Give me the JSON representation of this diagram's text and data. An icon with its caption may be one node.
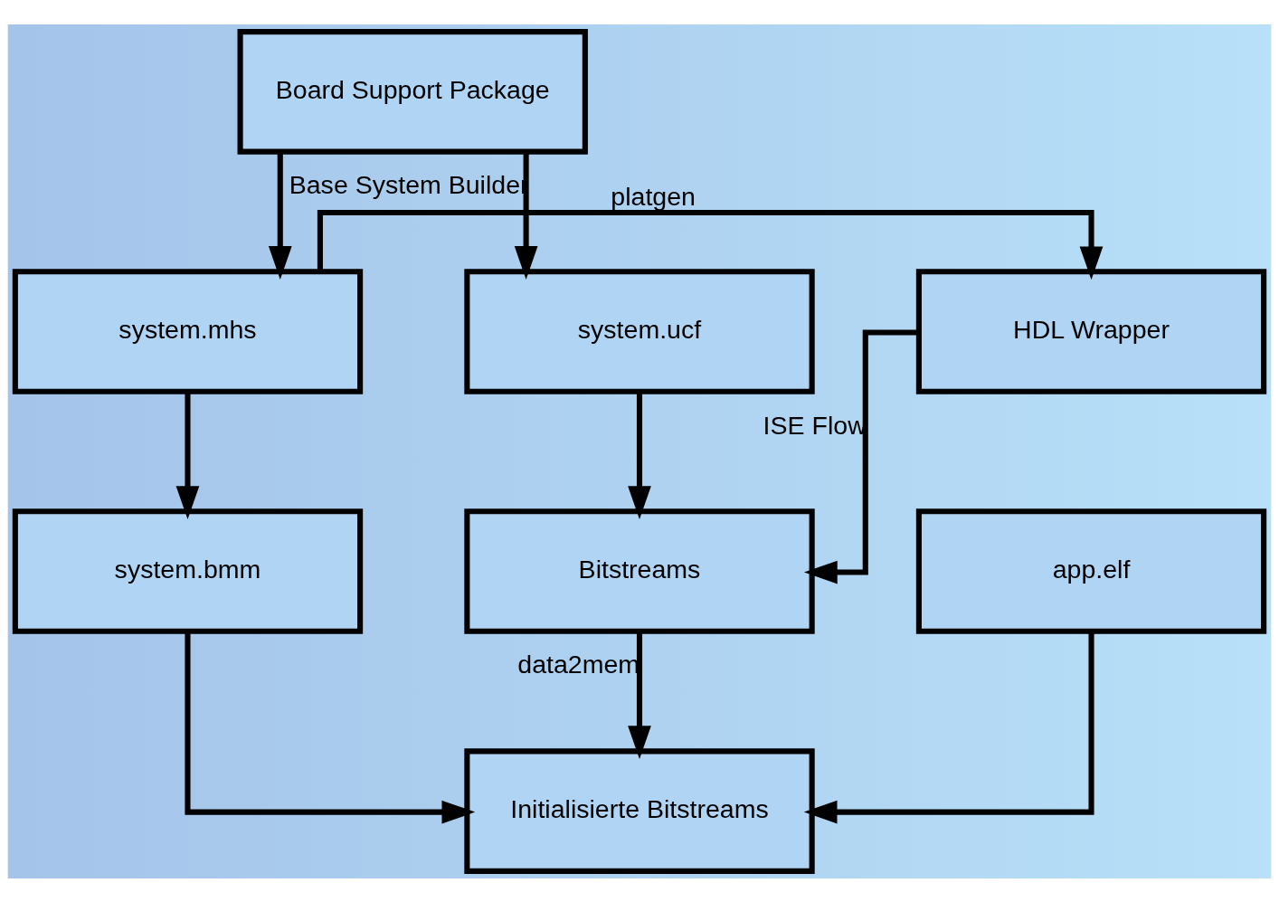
{
  "diagram": {
    "nodes": [
      {
        "text": [
          "Board Support Package"
        ]
      },
      {
        "text": [
          "system.ucf"
        ]
      },
      {
        "text": [
          "system.mhs"
        ]
      },
      {
        "text": [
          "HDL Wrapper"
        ]
      },
      {
        "text": [
          "app.elf"
        ]
      },
      {
        "text": [
          "system.bmm"
        ]
      },
      {
        "text": [
          "Bitstreams"
        ]
      },
      {
        "text": [
          "Initialisierte Bitstreams"
        ]
      }
    ],
    "edges": [
      {
        "from": 0,
        "to": 1,
        "arrow": "to",
        "label": "Base System Builder"
      },
      {
        "from": 0,
        "to": 2,
        "arrow": "to"
      },
      {
        "from": 2,
        "to": 3,
        "arrow": "to",
        "label": "platgen"
      },
      {
        "from": 2,
        "to": 5,
        "arrow": "to"
      },
      {
        "from": 1,
        "to": 6,
        "arrow": "to"
      },
      {
        "from": 3,
        "to": 6,
        "arrow": "to",
        "label": "ISE Flow"
      },
      {
        "from": 4,
        "to": 7,
        "arrow": "to"
      },
      {
        "from": 5,
        "to": 7,
        "arrow": "to"
      },
      {
        "from": 6,
        "to": 7,
        "arrow": "to",
        "label": "data2mem"
      }
    ]
  }
}
